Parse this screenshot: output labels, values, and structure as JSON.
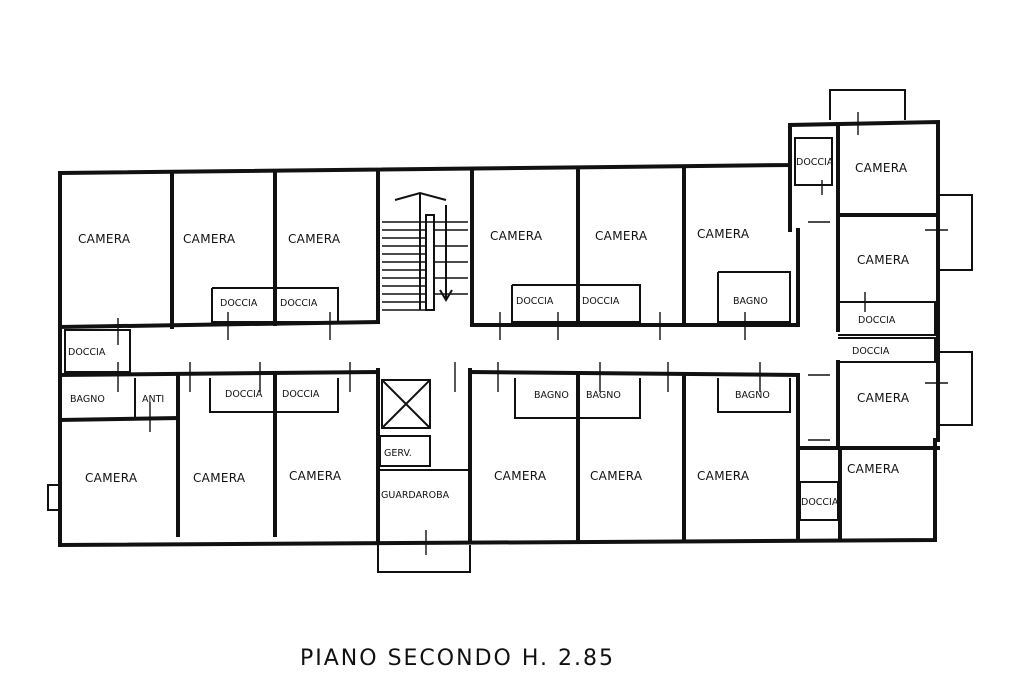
{
  "caption": "PIANO   SECONDO  H. 2.85",
  "labels": {
    "camera": "CAMERA",
    "doccia": "DOCCIA",
    "bagno": "BAGNO",
    "anti": "ANTI",
    "guardaroba": "GUARDAROBA",
    "serv": "GERV."
  }
}
